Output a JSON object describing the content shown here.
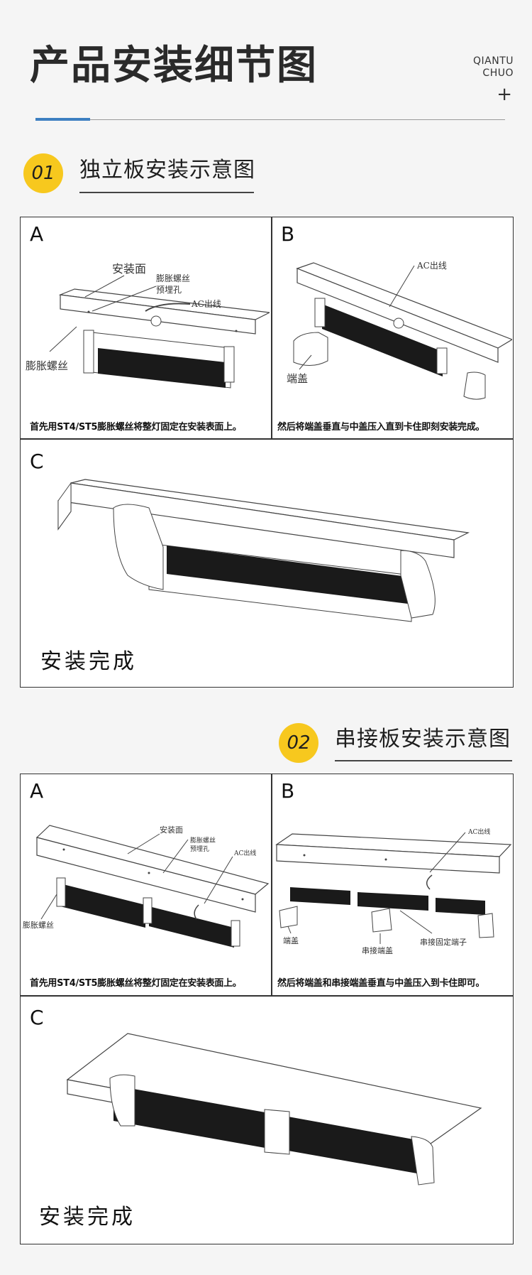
{
  "header": {
    "title": "产品安装细节图",
    "brand_line1": "QIANTU",
    "brand_line2": "CHUO",
    "plus": "+"
  },
  "sections": [
    {
      "number": "01",
      "title": "独立板安装示意图",
      "panel_a": {
        "label": "A",
        "callouts": [
          "安装面",
          "膨胀螺丝",
          "预埋孔",
          "AC出线",
          "膨胀螺丝"
        ],
        "caption": "首先用ST4/ST5膨胀螺丝将整灯固定在安装表面上。"
      },
      "panel_b": {
        "label": "B",
        "callouts": [
          "AC出线",
          "端盖"
        ],
        "caption": "然后将端盖垂直与中盖压入直到卡住即刻安装完成。"
      },
      "panel_c": {
        "label": "C",
        "text": "安装完成"
      }
    },
    {
      "number": "02",
      "title": "串接板安装示意图",
      "panel_a": {
        "label": "A",
        "callouts": [
          "安装面",
          "膨胀螺丝",
          "预埋孔",
          "AC出线",
          "膨胀螺丝"
        ],
        "caption": "首先用ST4/ST5膨胀螺丝将整灯固定在安装表面上。"
      },
      "panel_b": {
        "label": "B",
        "callouts": [
          "AC出线",
          "端盖",
          "串接端盖",
          "串接固定端子"
        ],
        "caption": "然后将端盖和串接端盖垂直与中盖压入到卡住即可。"
      },
      "panel_c": {
        "label": "C",
        "text": "安装完成"
      }
    }
  ],
  "colors": {
    "accent": "#3d7fc1",
    "badge": "#f7c81e",
    "border": "#333333"
  }
}
